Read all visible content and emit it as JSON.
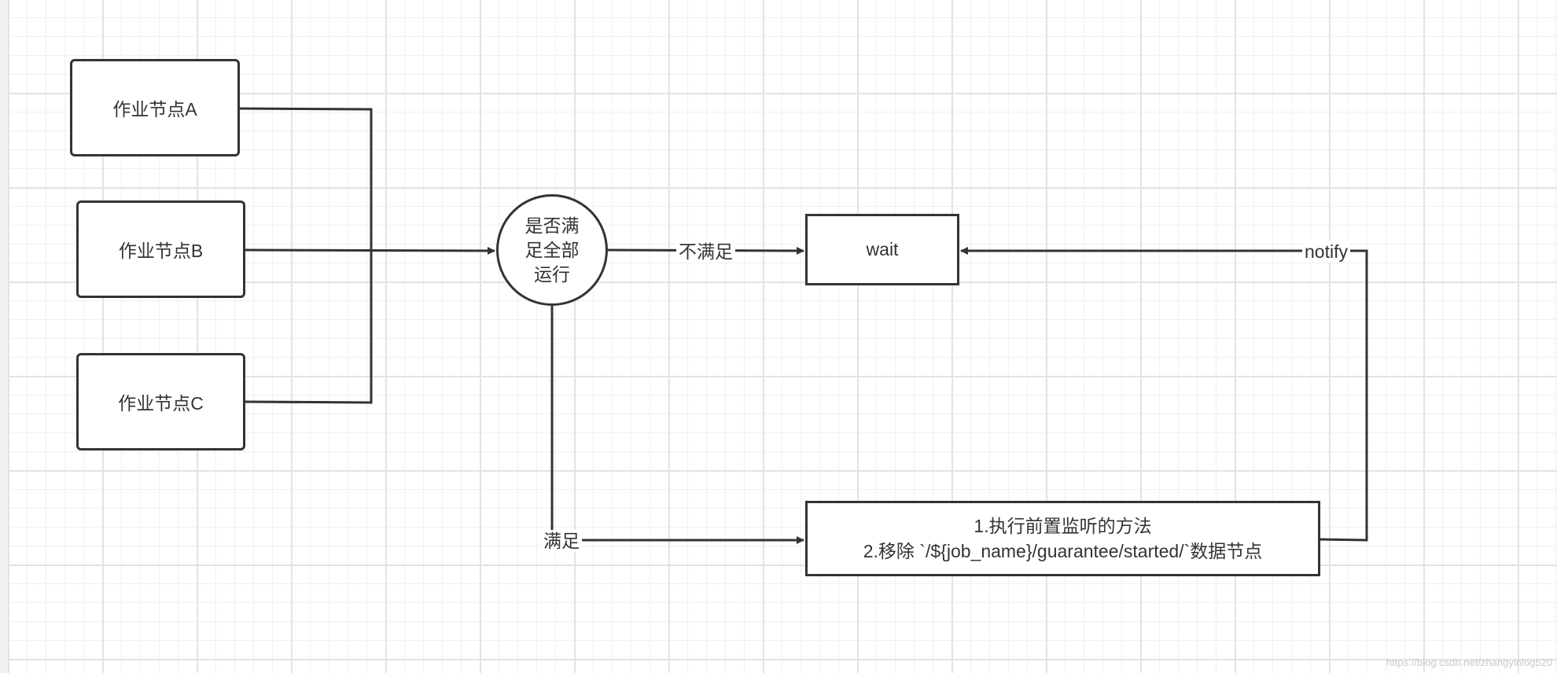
{
  "nodes": {
    "job_a": "作业节点A",
    "job_b": "作业节点B",
    "job_c": "作业节点C",
    "decision": [
      "是否满",
      "足全部",
      "运行"
    ],
    "wait": "wait",
    "action": [
      "1.执行前置监听的方法",
      "2.移除 `/${job_name}/guarantee/started/`数据节点"
    ]
  },
  "edge_labels": {
    "not_satisfied": "不满足",
    "satisfied": "满足",
    "notify": "notify"
  },
  "watermark": "https://blog.csdn.net/zhangyinlog520",
  "colors": {
    "stroke": "#333333",
    "grid_major": "#e3e3e3",
    "grid_minor": "#f0f0f0",
    "background": "#ffffff"
  }
}
